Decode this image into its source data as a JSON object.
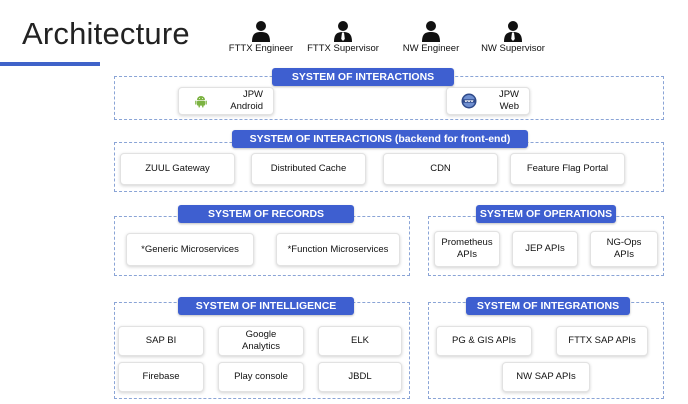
{
  "page": {
    "title": "Architecture"
  },
  "personas": [
    {
      "label": "FTTX Engineer",
      "icon": "person-icon"
    },
    {
      "label": "FTTX Supervisor",
      "icon": "person-with-tie-icon"
    },
    {
      "label": "NW Engineer",
      "icon": "person-icon"
    },
    {
      "label": "NW Supervisor",
      "icon": "person-with-tie-icon"
    }
  ],
  "interactions": {
    "header": "SYSTEM OF INTERACTIONS",
    "apps": [
      {
        "label": "JPW\nAndroid",
        "icon": "android-icon",
        "icon_color": "#7cb342"
      },
      {
        "label": "JPW\nWeb",
        "icon": "www-globe-icon",
        "icon_color": "#2f4a8a"
      }
    ]
  },
  "backend": {
    "header": "SYSTEM OF INTERACTIONS (backend for front-end)",
    "items": [
      "ZUUL Gateway",
      "Distributed Cache",
      "CDN",
      "Feature Flag Portal"
    ]
  },
  "records": {
    "header": "SYSTEM OF RECORDS",
    "items": [
      "*Generic Microservices",
      "*Function Microservices"
    ]
  },
  "operations": {
    "header": "SYSTEM OF OPERATIONS",
    "items": [
      "Prometheus\nAPIs",
      "JEP APIs",
      "NG-Ops\nAPIs"
    ]
  },
  "intelligence": {
    "header": "SYSTEM OF INTELLIGENCE",
    "items": [
      "SAP BI",
      "Google\nAnalytics",
      "ELK",
      "Firebase",
      "Play console",
      "JBDL"
    ]
  },
  "integrations": {
    "header": "SYSTEM OF INTEGRATIONS",
    "items": [
      "PG & GIS APIs",
      "FTTX SAP APIs",
      "NW SAP APIs"
    ]
  },
  "colors": {
    "header_bg": "#3e5fd0",
    "dashed_border": "#8aa4d6",
    "accent_rule": "#3f63c9"
  }
}
